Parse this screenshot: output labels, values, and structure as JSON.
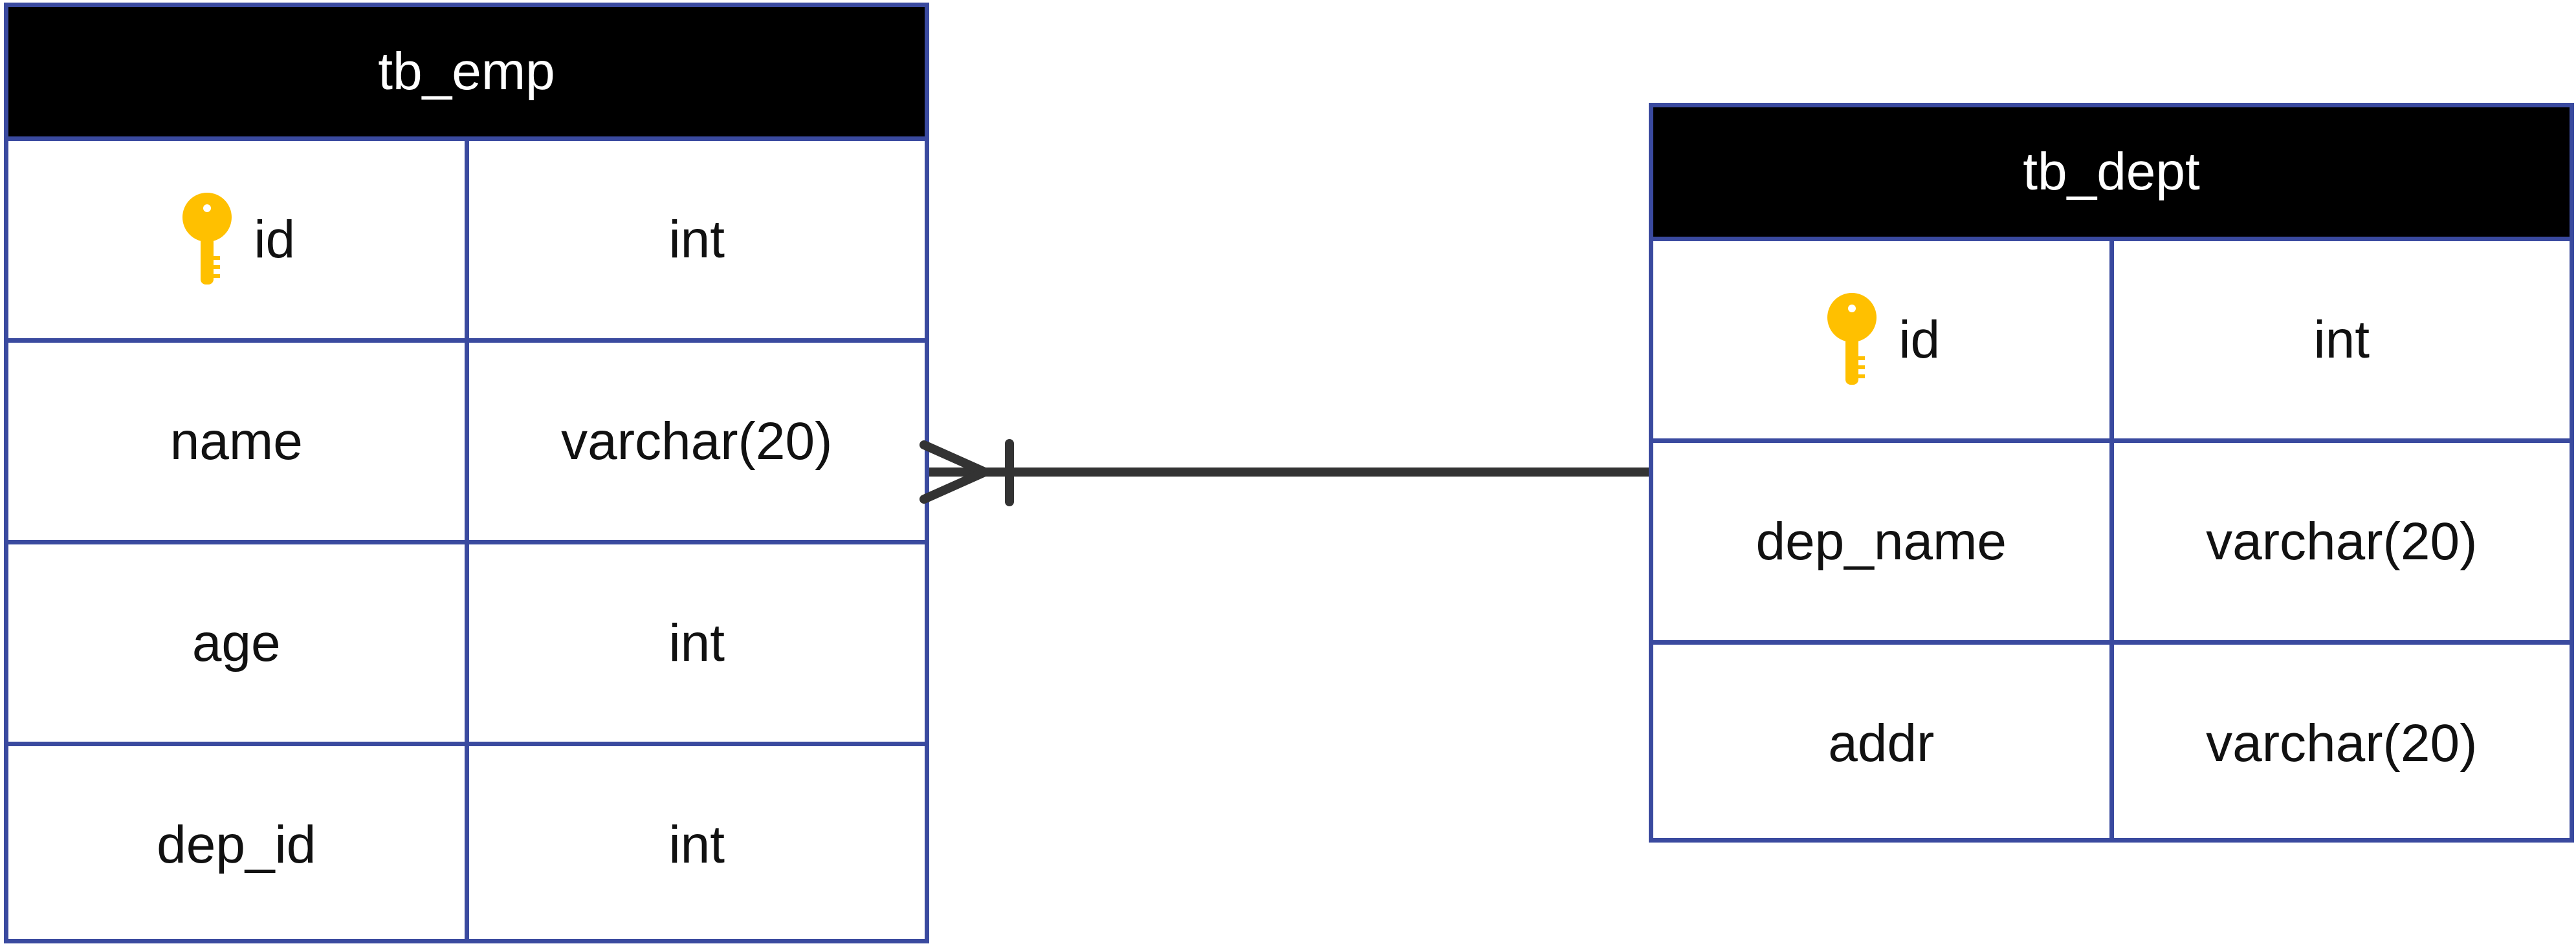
{
  "tables": [
    {
      "name": "tb_emp",
      "columns": [
        {
          "name": "id",
          "type": "int",
          "primary_key": true
        },
        {
          "name": "name",
          "type": "varchar(20)",
          "primary_key": false
        },
        {
          "name": "age",
          "type": "int",
          "primary_key": false
        },
        {
          "name": "dep_id",
          "type": "int",
          "primary_key": false
        }
      ]
    },
    {
      "name": "tb_dept",
      "columns": [
        {
          "name": "id",
          "type": "int",
          "primary_key": true
        },
        {
          "name": "dep_name",
          "type": "varchar(20)",
          "primary_key": false
        },
        {
          "name": "addr",
          "type": "varchar(20)",
          "primary_key": false
        }
      ]
    }
  ],
  "relationship": {
    "from": "tb_dept",
    "to": "tb_emp",
    "cardinality": "one-to-many"
  },
  "colors": {
    "border": "#3a4a9f",
    "header_bg": "#000000",
    "header_text": "#ffffff",
    "key_icon": "#ffc000",
    "connector": "#333333"
  },
  "icons": {
    "primary_key": "key-icon"
  }
}
